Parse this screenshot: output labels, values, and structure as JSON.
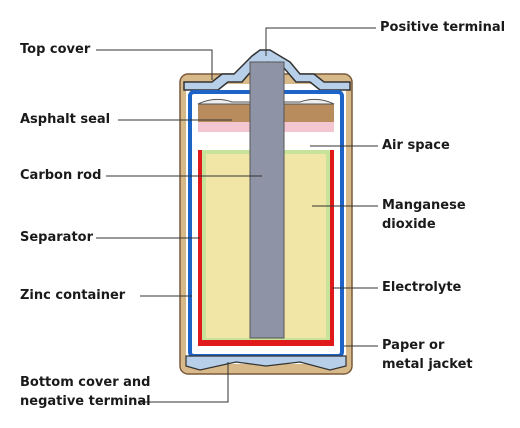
{
  "labels": {
    "top_cover": "Top cover",
    "asphalt_seal": "Asphalt seal",
    "carbon_rod": "Carbon rod",
    "separator": "Separator",
    "zinc_container": "Zinc container",
    "bottom_cover_line1": "Bottom cover and",
    "bottom_cover_line2": "negative terminal",
    "positive_terminal": "Positive terminal",
    "air_space": "Air space",
    "manganese_line1": "Manganese",
    "manganese_line2": "dioxide",
    "electrolyte": "Electrolyte",
    "paper_line1": "Paper or",
    "paper_line2": "metal jacket"
  },
  "colors": {
    "jacket": "#d8b98a",
    "zinc": "#1e63c8",
    "electrolyte": "#e01a1a",
    "manganese": "#f2e6a6",
    "separator": "#c8e39a",
    "asphalt": "#b98c5e",
    "air_space": "#f4c6d2",
    "carbon_rod": "#8f93a6",
    "leader": "#333333"
  }
}
